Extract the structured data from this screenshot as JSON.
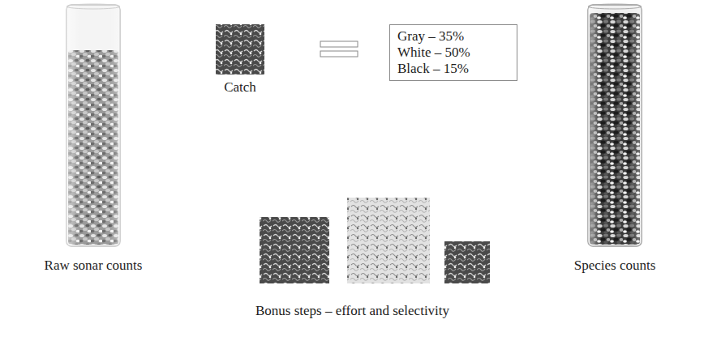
{
  "diagram": {
    "nodes": [
      {
        "text": [
          "Raw sonar counts"
        ]
      },
      {
        "text": [
          "Catch"
        ]
      },
      {
        "text": [
          "Gray – 35%",
          "White – 50%",
          "Black – 15%"
        ]
      },
      {
        "text": [
          "Species counts"
        ]
      }
    ],
    "labels": [
      "Bonus steps – effort and selectivity"
    ]
  }
}
